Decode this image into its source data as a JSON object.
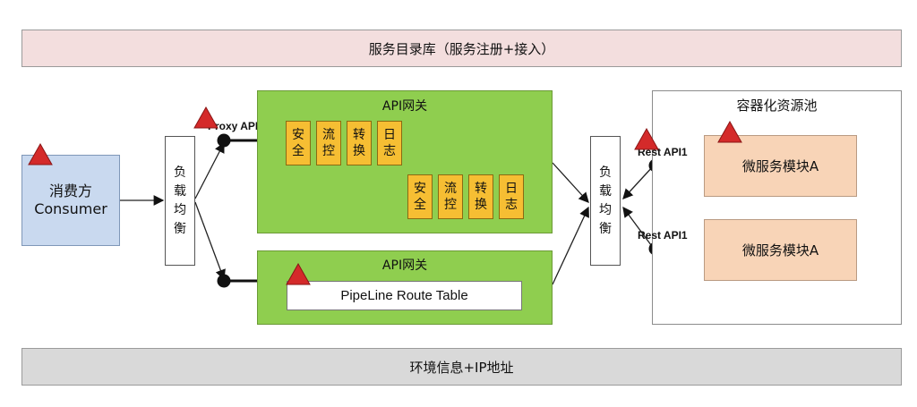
{
  "registry": {
    "label": "服务目录库（服务注册+接入）"
  },
  "environment": {
    "label": "环境信息+IP地址"
  },
  "consumer": {
    "line1": "消费方",
    "line2": "Consumer"
  },
  "load_balancer": {
    "chars": [
      "负",
      "载",
      "均",
      "衡"
    ]
  },
  "proxy_api": {
    "label": "Proxy API"
  },
  "gateway_top": {
    "title": "API网关",
    "chips": [
      [
        "安",
        "全"
      ],
      [
        "流",
        "控"
      ],
      [
        "转",
        "换"
      ],
      [
        "日",
        "志"
      ]
    ]
  },
  "gateway_bottom": {
    "title": "API网关",
    "route_table": "PipeLine Route Table"
  },
  "container_pool": {
    "title": "容器化资源池",
    "modules": [
      "微服务模块A",
      "微服务模块A"
    ],
    "rest_labels": [
      "Rest API1",
      "Rest API1"
    ]
  },
  "colors": {
    "warning_triangle": "#d42a2a",
    "gateway": "#8fce4f",
    "chip": "#f6be33",
    "service": "#f8d4b7",
    "consumer": "#c9d9ef"
  },
  "icons": [
    "warning-triangle-icon"
  ]
}
